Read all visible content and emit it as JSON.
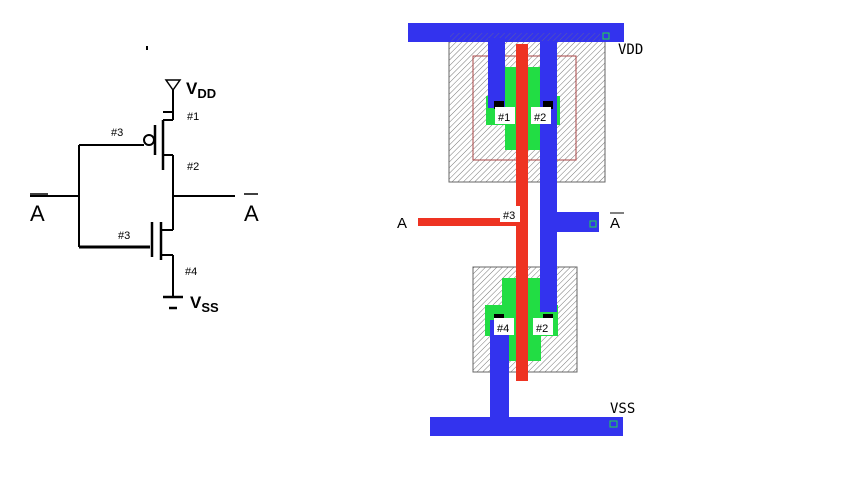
{
  "schematic": {
    "input_label": "A",
    "output_label": "A",
    "vdd_label": "V",
    "vdd_sub": "DD",
    "vss_label": "V",
    "vss_sub": "SS",
    "node1": "#1",
    "node2": "#2",
    "node3_top": "#3",
    "node3_bottom": "#3",
    "node4": "#4"
  },
  "layout": {
    "vdd_label": "VDD",
    "vss_label": "VSS",
    "input_label": "A",
    "output_label": "A",
    "pmos_contact_left": "#1",
    "pmos_contact_right": "#2",
    "poly_contact": "#3",
    "nmos_contact_left": "#4",
    "nmos_contact_right": "#2"
  },
  "colors": {
    "metal": "#3333ee",
    "poly": "#ee3322",
    "diffusion": "#22dd44",
    "wire": "#000000"
  }
}
